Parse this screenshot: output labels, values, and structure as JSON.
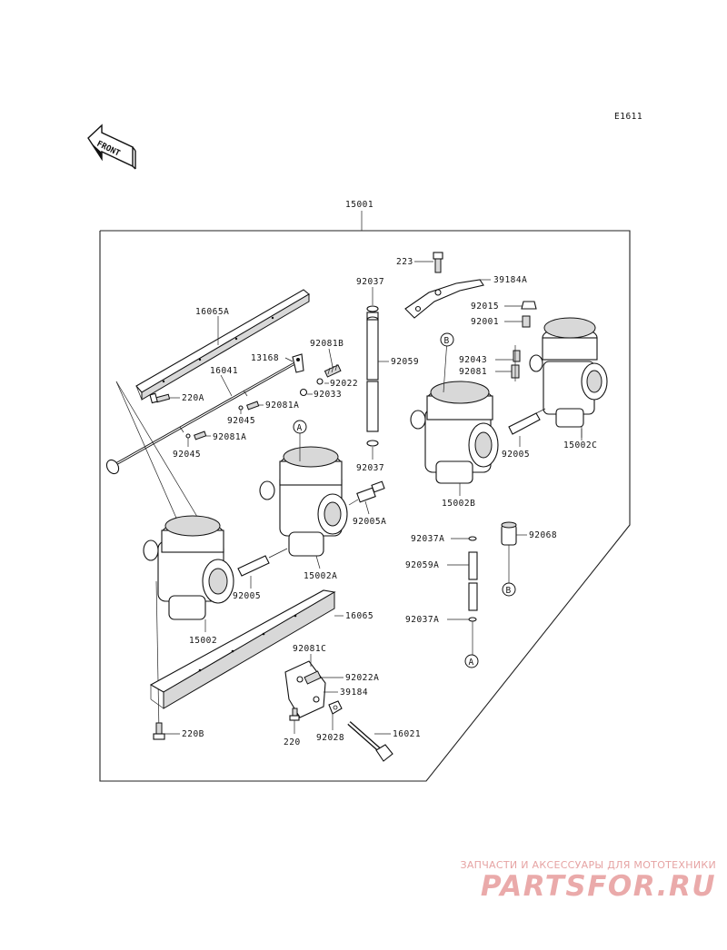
{
  "diagram": {
    "code": "E1611",
    "front_label": "FRONT",
    "assembly_number": "15001",
    "callout_a": "A",
    "callout_b": "B",
    "labels": {
      "p223": "223",
      "p39184a": "39184A",
      "p92037_top": "92037",
      "p92015": "92015",
      "p92001": "92001",
      "p16065a": "16065A",
      "p92081b": "92081B",
      "p13168": "13168",
      "p92059": "92059",
      "p92043": "92043",
      "p92081_r": "92081",
      "p16041": "16041",
      "p92022": "92022",
      "p220a": "220A",
      "p92033": "92033",
      "p92081a_1": "92081A",
      "p92045_1": "92045",
      "p92081a_2": "92081A",
      "p92045_2": "92045",
      "p92037_mid": "92037",
      "p92005_r": "92005",
      "p15002c": "15002C",
      "p15002b": "15002B",
      "p92005a": "92005A",
      "p92037a_1": "92037A",
      "p92068": "92068",
      "p92059a": "92059A",
      "p15002a": "15002A",
      "p92005_l": "92005",
      "p16065": "16065",
      "p92037a_2": "92037A",
      "p15002": "15002",
      "p92081c": "92081C",
      "p92022a": "92022A",
      "p39184": "39184",
      "p220b": "220B",
      "p220": "220",
      "p92028": "92028",
      "p16021": "16021"
    }
  },
  "watermark": {
    "subtitle": "ЗАПЧАСТИ И АКСЕССУАРЫ ДЛЯ МОТОТЕХНИКИ",
    "brand": "PARTSFOR.RU"
  }
}
